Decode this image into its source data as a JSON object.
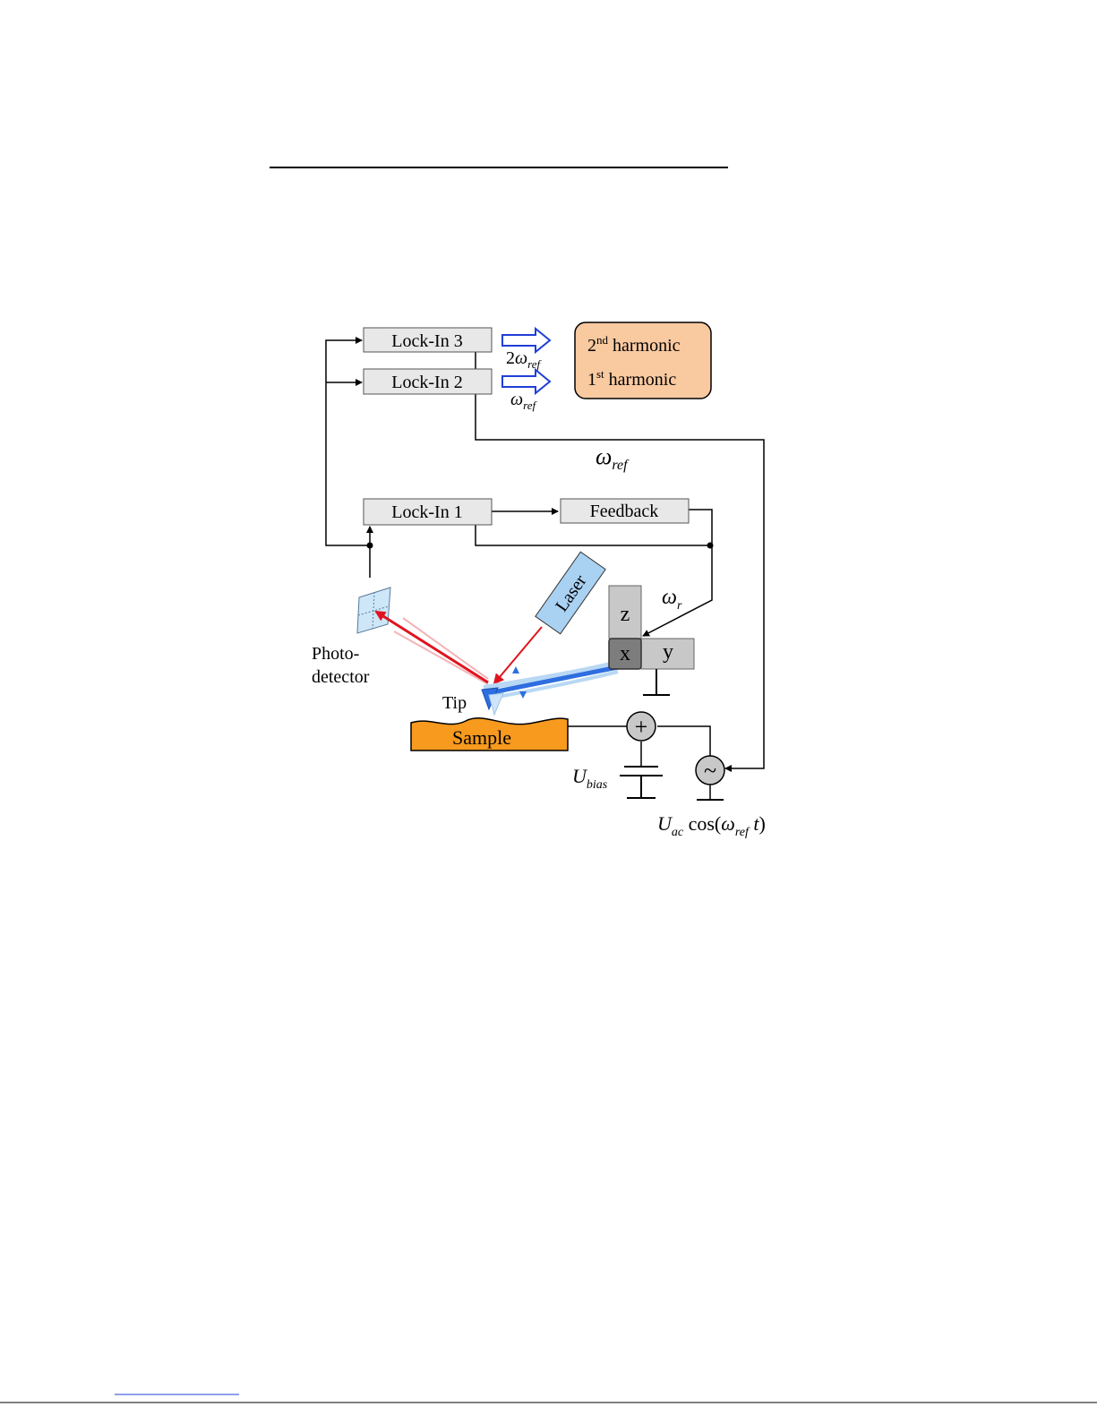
{
  "blocks": {
    "lockin3": "Lock-In 3",
    "lockin2": "Lock-In 2",
    "lockin1": "Lock-In 1",
    "feedback": "Feedback",
    "laser": "Laser",
    "sample": "Sample"
  },
  "output_box": {
    "line1_num": "2",
    "line1_sup": "nd",
    "line1_rest": " harmonic",
    "line2_num": "1",
    "line2_sup": "st",
    "line2_rest": " harmonic"
  },
  "labels": {
    "two_omega_coef": "2",
    "omega": "ω",
    "ref": "ref",
    "r": "r",
    "photo1": "Photo-",
    "photo2": "detector",
    "tip": "Tip",
    "z": "z",
    "x": "x",
    "y": "y",
    "plus": "+",
    "tilde": "~",
    "U": "U",
    "bias": "bias",
    "ac": "ac",
    "cos_open": " cos(",
    "t": " t",
    "close": ")"
  },
  "colors": {
    "block_fill": "#e8e8e8",
    "output_fill": "#f9c9a0",
    "laser_fill": "#a9d1f2",
    "sample_fill": "#f79a1e",
    "beam_red": "#e0141e",
    "cantilever_blue": "#2e6ee0",
    "arrow_blue": "#1f3fd6",
    "piezo_gray": "#c8c8c8",
    "piezo_dark": "#7d7d7d"
  }
}
